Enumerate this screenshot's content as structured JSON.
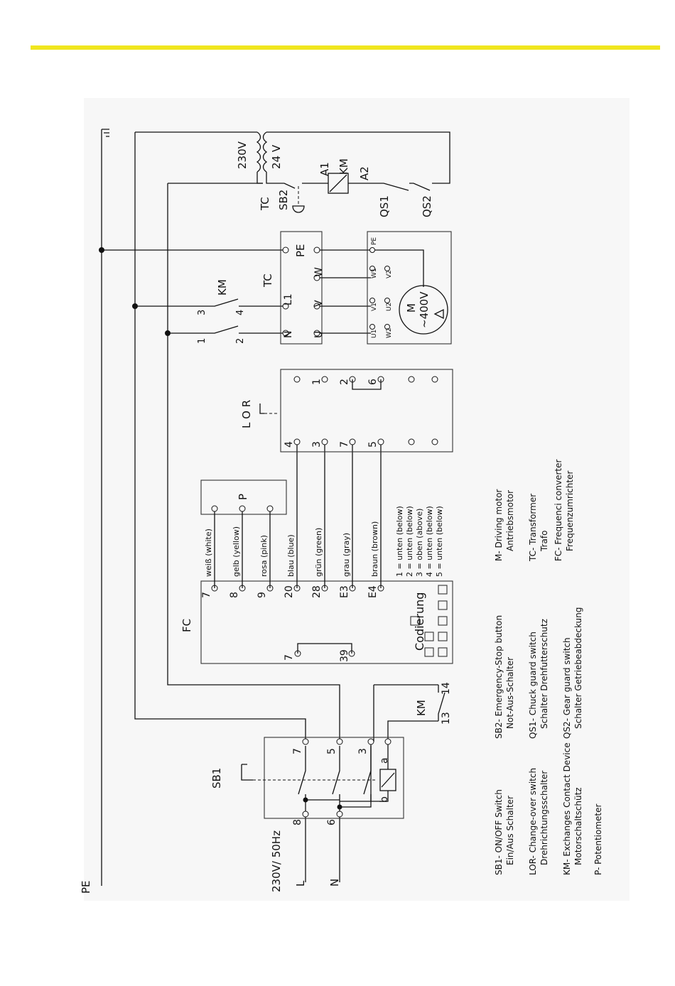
{
  "colors": {
    "accent_bar": "#f0e61e",
    "line": "#111111",
    "page_bg": "#ffffff",
    "drawing_bg": "#f7f7f7"
  },
  "labels": {
    "pe_left": "PE",
    "supply": "230V/ 50Hz",
    "supply_L": "L",
    "supply_N": "N",
    "sb1": "SB1",
    "km": "KM",
    "km_13": "13",
    "km_14": "14",
    "fc": "FC",
    "codierung": "Codierung",
    "p": "P",
    "lor": "L O R",
    "tc": "TC",
    "tc_top": "TC",
    "sb2": "SB2",
    "v230": "230V",
    "v24": "24 V",
    "qs1": "QS1",
    "qs2": "QS2",
    "a1": "A1",
    "a2": "A2",
    "pe_fc": "PE",
    "motor_m": "M",
    "motor_v": "~400V",
    "sb1_a": "a",
    "sb1_b": "b"
  },
  "sb1_terminals": [
    "8",
    "6",
    "7",
    "5",
    "3"
  ],
  "fc_terminals": [
    "7",
    "8",
    "9",
    "20",
    "28",
    "E3",
    "E4"
  ],
  "fc_extra_terminals": [
    "7",
    "39"
  ],
  "km_contacts": [
    "1",
    "2",
    "3",
    "4"
  ],
  "tc_terminals": [
    "N",
    "L1",
    "U",
    "V",
    "W",
    "PE"
  ],
  "motor_terminals": [
    "U1",
    "V1",
    "W1",
    "PE",
    "W2",
    "U2",
    "V2"
  ],
  "lor_terminals": [
    "4",
    "3",
    "7",
    "5",
    "1",
    "2",
    "6"
  ],
  "wires": [
    "weiß (white)",
    "gelb (yellow)",
    "rosa (pink)",
    "blau (blue)",
    "grün (green)",
    "grau (gray)",
    "braun (brown)"
  ],
  "lor_notes": [
    "1 = unten (below)",
    "2 = unten (below)",
    "3 = oben (above)",
    "4 = unten (below)",
    "5 = unten (below)"
  ],
  "legend": [
    {
      "l1": "SB1- ON/OFF Switch",
      "l2": "Ein/Aus Schalter"
    },
    {
      "l1": "LOR- Change-over switch",
      "l2": "Drehrichtungsschalter"
    },
    {
      "l1": "KM- Exchanges Contact Device",
      "l2": "Motorschaltschütz"
    },
    {
      "l1": "P- Potentiometer",
      "l2": ""
    },
    {
      "l1": "SB2- Emergency-Stop button",
      "l2": "Not-Aus-Schalter"
    },
    {
      "l1": "QS1- Chuck guard switch",
      "l2": "Schalter Drehfutterschutz"
    },
    {
      "l1": "QS2- Gear guard switch",
      "l2": "Schalter Getriebeabdeckung"
    },
    {
      "l1": "M- Driving motor",
      "l2": "Antriebsmotor"
    },
    {
      "l1": "TC- Transformer",
      "l2": "Trafo"
    },
    {
      "l1": "FC- Frequenci converter",
      "l2": "Frequenzumrichter"
    }
  ]
}
